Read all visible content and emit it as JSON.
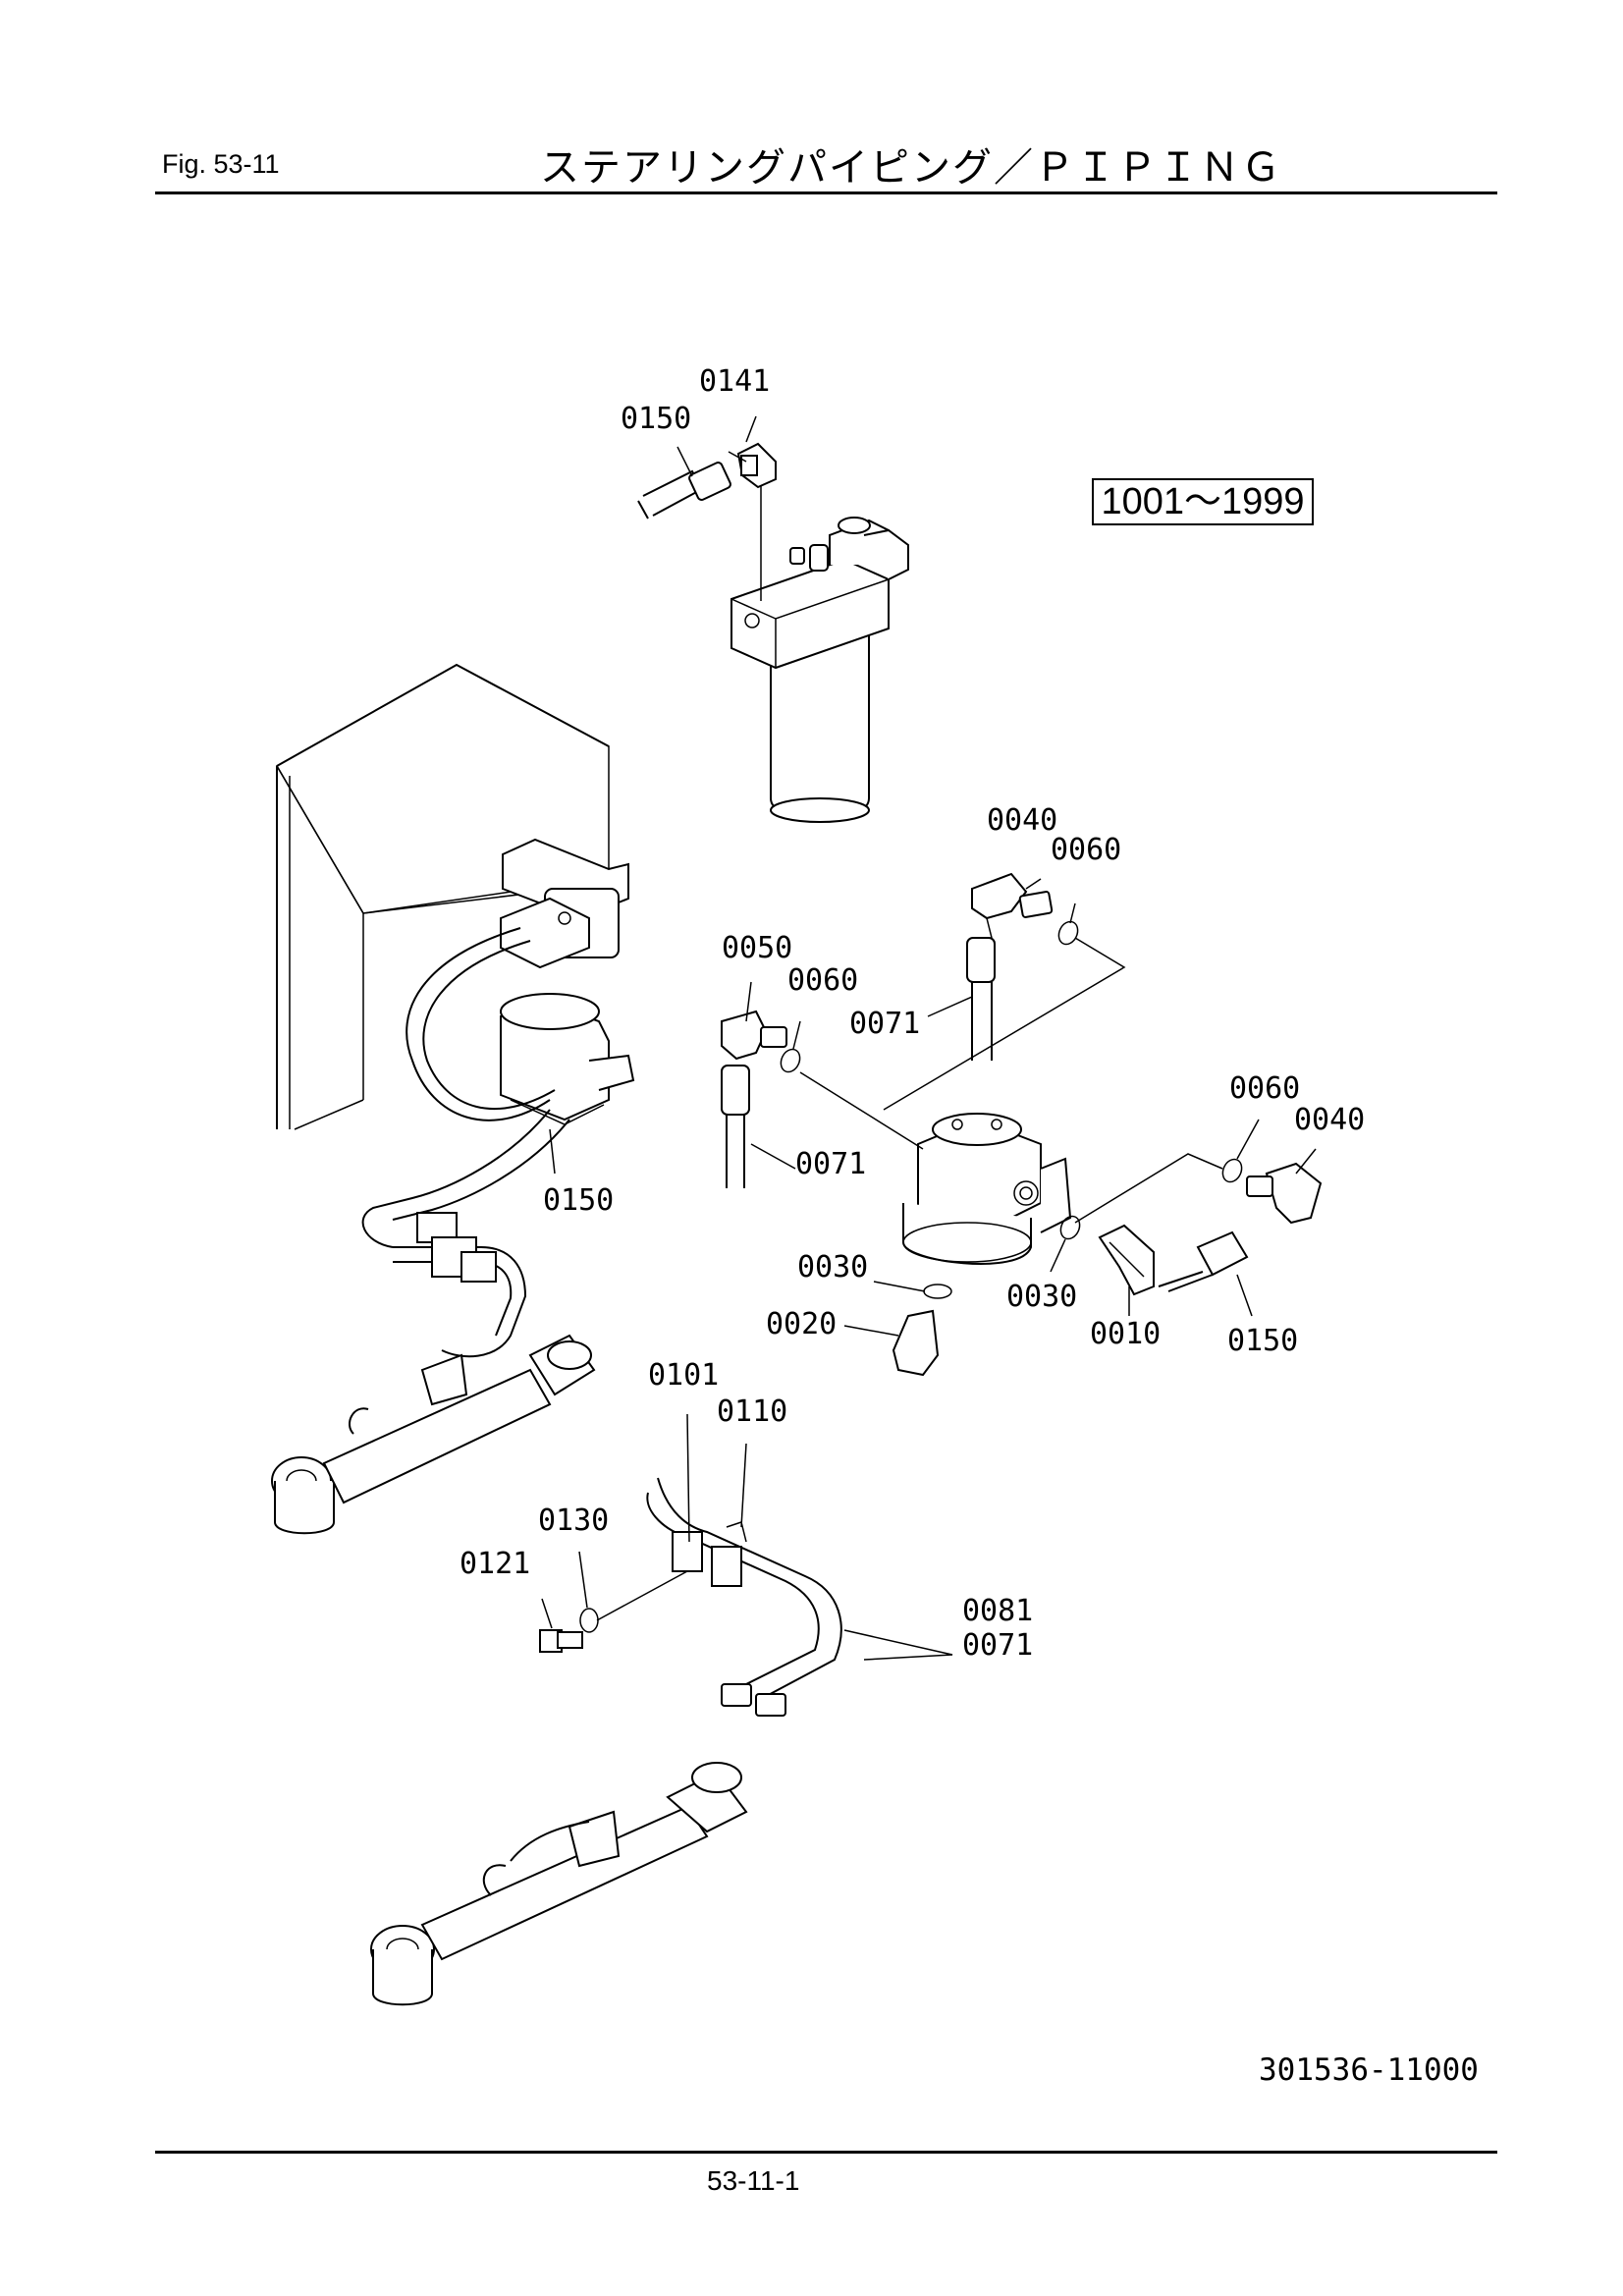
{
  "header": {
    "fig_label": "Fig.  53-11",
    "title": "ステアリングパイピング／ＰＩＰＩＮＧ"
  },
  "serial_range": "1001～1999",
  "drawing_number": "301536-11000",
  "page_number": "53-11-1",
  "callouts": {
    "c0141": "0141",
    "c0150_top": "0150",
    "c0040_top": "0040",
    "c0060_top": "0060",
    "c0050": "0050",
    "c0060_mid": "0060",
    "c0071_top": "0071",
    "c0071_mid": "0071",
    "c0150_left": "0150",
    "c0060_right": "0060",
    "c0040_right": "0040",
    "c0030_left": "0030",
    "c0030_right": "0030",
    "c0020": "0020",
    "c0010": "0010",
    "c0150_right": "0150",
    "c0101": "0101",
    "c0110": "0110",
    "c0130": "0130",
    "c0121": "0121",
    "c0081": "0081",
    "c0071_bot": "0071"
  }
}
